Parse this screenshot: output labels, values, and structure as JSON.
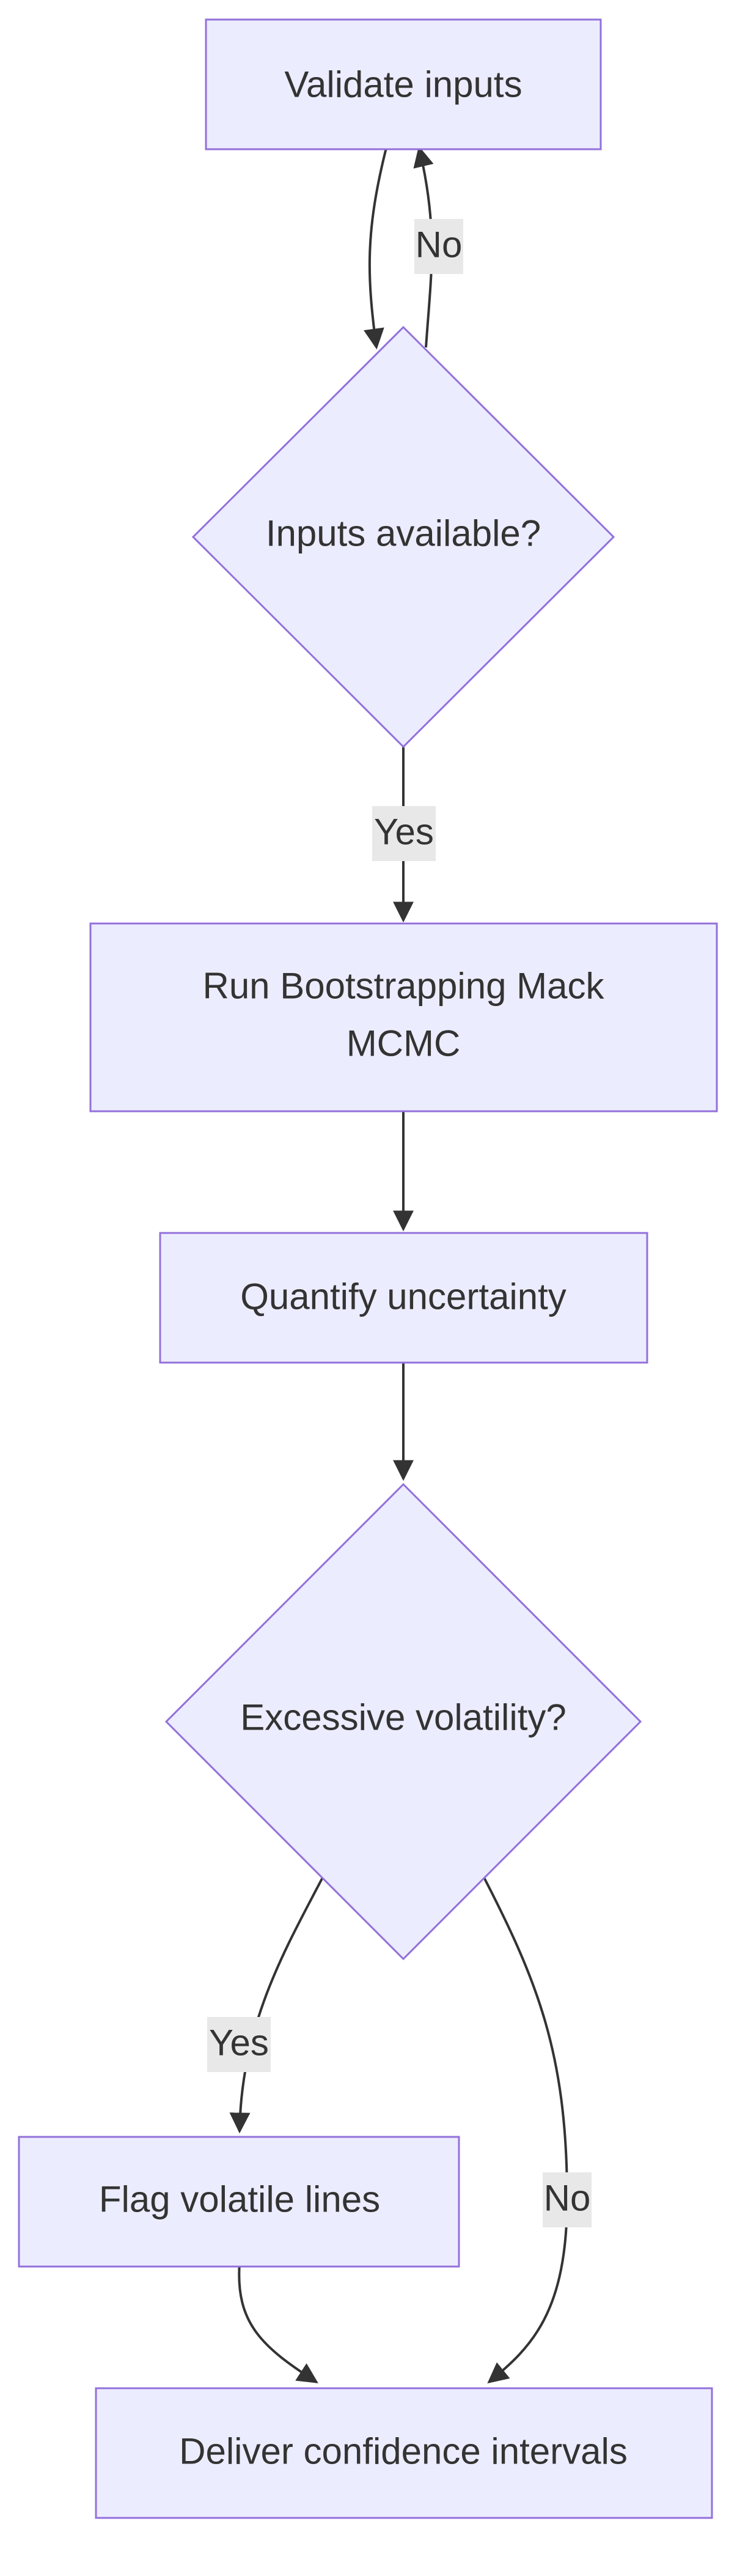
{
  "colors": {
    "node_fill": "#ECECFF",
    "node_stroke": "#9370DB",
    "edge": "#333333",
    "label_bg": "#e8e8e8",
    "text": "#333333"
  },
  "nodes": {
    "validate": {
      "label": "Validate inputs",
      "shape": "rect"
    },
    "available": {
      "label": "Inputs available?",
      "shape": "diamond"
    },
    "run": {
      "label_line1": "Run Bootstrapping Mack",
      "label_line2": "MCMC",
      "shape": "rect"
    },
    "quantify": {
      "label": "Quantify uncertainty",
      "shape": "rect"
    },
    "volatility": {
      "label": "Excessive volatility?",
      "shape": "diamond"
    },
    "flag": {
      "label": "Flag volatile lines",
      "shape": "rect"
    },
    "deliver": {
      "label": "Deliver confidence intervals",
      "shape": "rect"
    }
  },
  "edges": [
    {
      "from": "validate",
      "to": "available",
      "label": ""
    },
    {
      "from": "available",
      "to": "validate",
      "label": "No"
    },
    {
      "from": "available",
      "to": "run",
      "label": "Yes"
    },
    {
      "from": "run",
      "to": "quantify",
      "label": ""
    },
    {
      "from": "quantify",
      "to": "volatility",
      "label": ""
    },
    {
      "from": "volatility",
      "to": "flag",
      "label": "Yes"
    },
    {
      "from": "volatility",
      "to": "deliver",
      "label": "No"
    },
    {
      "from": "flag",
      "to": "deliver",
      "label": ""
    }
  ]
}
